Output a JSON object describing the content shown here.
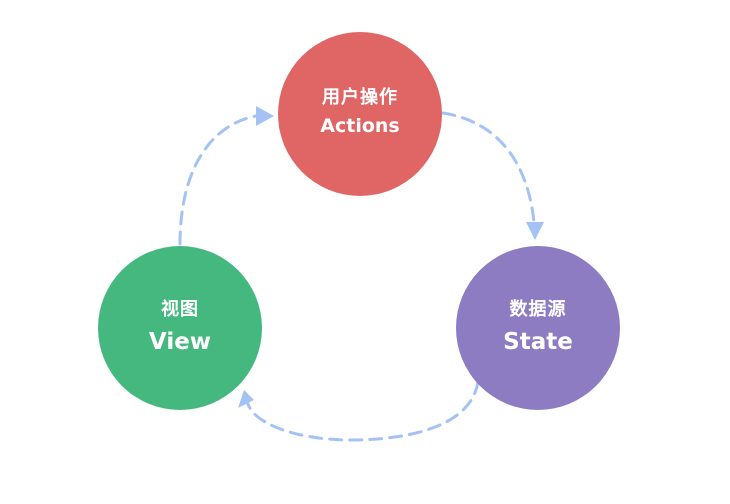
{
  "colors": {
    "actions": "#e06666",
    "state": "#8e7cc3",
    "view": "#45b87f",
    "arrow": "#a4c2f4"
  },
  "nodes": {
    "actions": {
      "zh": "用户操作",
      "en": "Actions"
    },
    "state": {
      "zh": "数据源",
      "en": "State"
    },
    "view": {
      "zh": "视图",
      "en": "View"
    }
  }
}
